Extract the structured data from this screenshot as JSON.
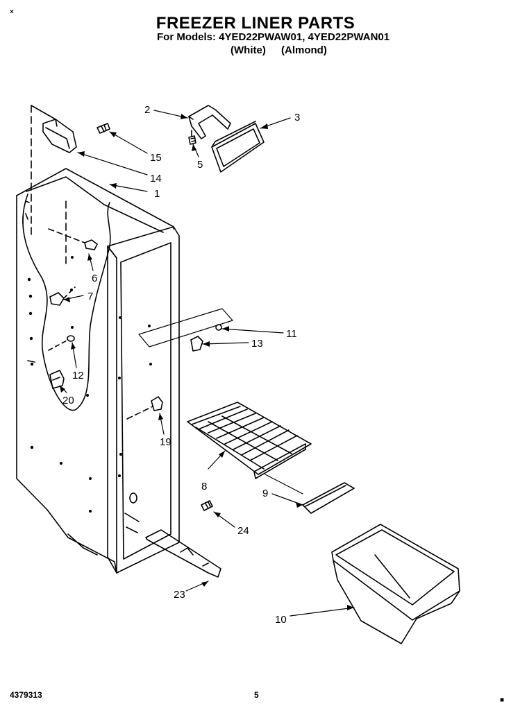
{
  "header": {
    "title": "FREEZER LINER PARTS",
    "models_line": "For Models: 4YED22PWAW01, 4YED22PWAN01",
    "variant_white": "(White)",
    "variant_almond": "(Almond)"
  },
  "footer": {
    "doc_number": "4379313",
    "page_number": "5"
  },
  "corner_marks": {
    "top_left": "×",
    "bottom_right": "■"
  },
  "callouts": [
    "1",
    "2",
    "3",
    "5",
    "6",
    "7",
    "8",
    "9",
    "10",
    "11",
    "12",
    "13",
    "14",
    "15",
    "19",
    "20",
    "23",
    "24"
  ]
}
